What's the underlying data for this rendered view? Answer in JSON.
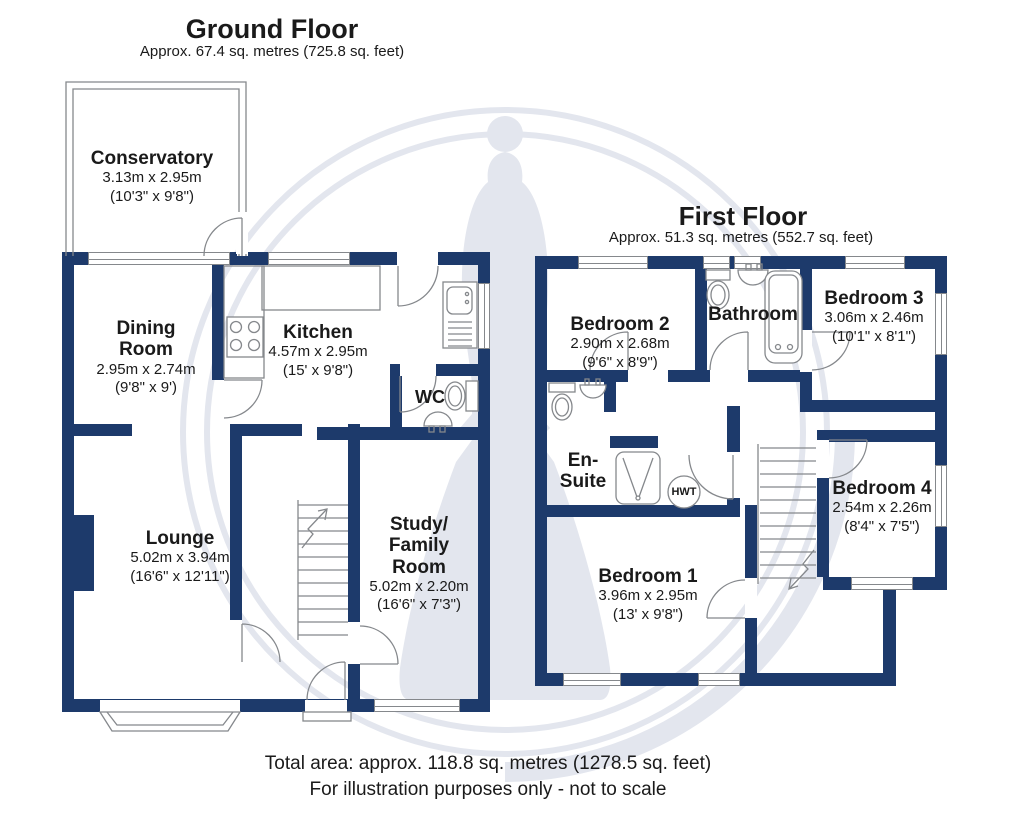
{
  "colors": {
    "wall": "#1d3a6b",
    "line": "#85888c",
    "watermark": "#e3e6ee",
    "text": "#1a1a1a"
  },
  "ground_floor": {
    "title": "Ground Floor",
    "subtitle": "Approx. 67.4 sq. metres (725.8 sq. feet)",
    "rooms": {
      "conservatory": {
        "name": "Conservatory",
        "metric": "3.13m x 2.95m",
        "imperial": "(10'3\" x 9'8\")"
      },
      "dining_room": {
        "name": "Dining Room",
        "metric": "2.95m x 2.74m",
        "imperial": "(9'8\" x 9')"
      },
      "kitchen": {
        "name": "Kitchen",
        "metric": "4.57m x 2.95m",
        "imperial": "(15' x 9'8\")"
      },
      "wc": {
        "name": "WC"
      },
      "lounge": {
        "name": "Lounge",
        "metric": "5.02m x 3.94m",
        "imperial": "(16'6\" x 12'11\")"
      },
      "study": {
        "name": "Study/ Family Room",
        "metric": "5.02m x 2.20m",
        "imperial": "(16'6\" x 7'3\")"
      }
    }
  },
  "first_floor": {
    "title": "First Floor",
    "subtitle": "Approx. 51.3 sq. metres (552.7 sq. feet)",
    "rooms": {
      "bedroom_2": {
        "name": "Bedroom 2",
        "metric": "2.90m x 2.68m",
        "imperial": "(9'6\" x 8'9\")"
      },
      "bathroom": {
        "name": "Bathroom"
      },
      "bedroom_3": {
        "name": "Bedroom 3",
        "metric": "3.06m x 2.46m",
        "imperial": "(10'1\" x 8'1\")"
      },
      "en_suite": {
        "name": "En- Suite"
      },
      "hwt": {
        "label": "HWT"
      },
      "bedroom_4": {
        "name": "Bedroom 4",
        "metric": "2.54m x 2.26m",
        "imperial": "(8'4\" x 7'5\")"
      },
      "bedroom_1": {
        "name": "Bedroom 1",
        "metric": "3.96m x 2.95m",
        "imperial": "(13' x 9'8\")"
      }
    }
  },
  "footer": {
    "line1": "Total area: approx. 118.8 sq. metres (1278.5 sq. feet)",
    "line2": "For illustration purposes only - not to scale"
  }
}
